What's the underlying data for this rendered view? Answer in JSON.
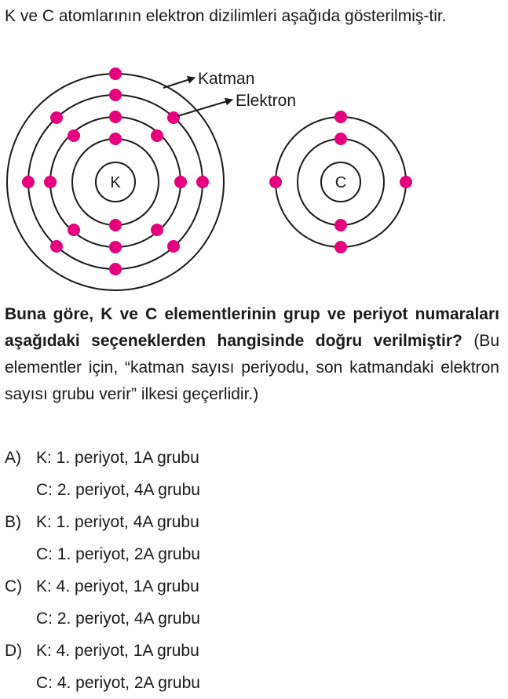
{
  "intro_text": "K ve C atomlarının elektron dizilimleri aşağıda gösterilmiş-tir.",
  "diagram": {
    "label_shell": "Katman",
    "label_electron": "Elektron",
    "atom_k": "K",
    "atom_c": "C",
    "electron_color": "#e6007e"
  },
  "question": {
    "bold": "Buna göre, K ve C elementlerinin grup ve periyot numaraları aşağıdaki seçeneklerden hangisinde doğru verilmiştir?",
    "normal": " (Bu elementler için, “katman sayısı periyodu, son katmandaki elektron sayısı grubu verir” ilkesi geçerlidir.)"
  },
  "options": [
    {
      "letter": "A)",
      "k": "K: 1. periyot, 1A grubu",
      "c": "C: 2. periyot, 4A grubu"
    },
    {
      "letter": "B)",
      "k": "K: 1. periyot, 4A grubu",
      "c": "C: 1. periyot, 2A grubu"
    },
    {
      "letter": "C)",
      "k": "K: 4. periyot, 1A grubu",
      "c": "C: 2. periyot, 4A grubu"
    },
    {
      "letter": "D)",
      "k": "K: 4. periyot, 1A grubu",
      "c": "C: 4. periyot, 2A grubu"
    }
  ]
}
